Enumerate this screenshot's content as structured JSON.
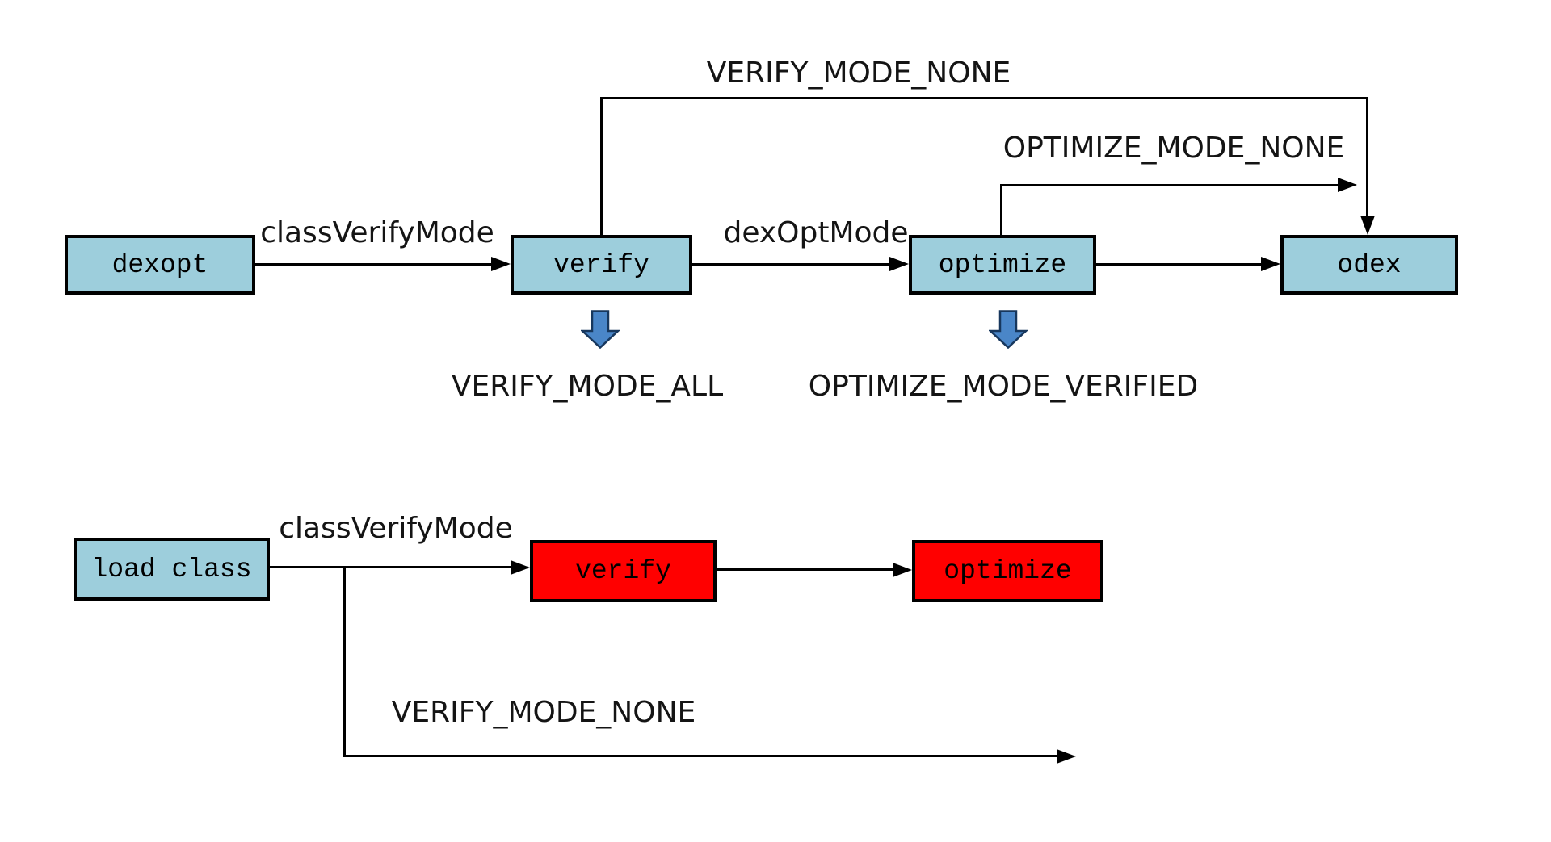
{
  "diagram": {
    "background": "#FFFFFF",
    "top_flow": {
      "nodes": [
        {
          "id": "dexopt",
          "label": "dexopt",
          "fill": "#9DCEDC"
        },
        {
          "id": "verify",
          "label": "verify",
          "fill": "#9DCEDC"
        },
        {
          "id": "optimize",
          "label": "optimize",
          "fill": "#9DCEDC"
        },
        {
          "id": "odex",
          "label": "odex",
          "fill": "#9DCEDC"
        }
      ],
      "edge_labels": [
        {
          "id": "class-verify-mode",
          "text": "classVerifyMode"
        },
        {
          "id": "dex-opt-mode",
          "text": "dexOptMode"
        }
      ],
      "bypass_labels": [
        {
          "id": "verify-mode-none",
          "text": "VERIFY_MODE_NONE"
        },
        {
          "id": "optimize-mode-none",
          "text": "OPTIMIZE_MODE_NONE"
        }
      ],
      "result_labels": [
        {
          "id": "verify-mode-all",
          "text": "VERIFY_MODE_ALL"
        },
        {
          "id": "optimize-mode-verified",
          "text": "OPTIMIZE_MODE_VERIFIED"
        }
      ]
    },
    "bottom_flow": {
      "nodes": [
        {
          "id": "load-class",
          "label": "load class",
          "fill": "#9DCEDC"
        },
        {
          "id": "verify",
          "label": "verify",
          "fill": "#FF0000"
        },
        {
          "id": "optimize",
          "label": "optimize",
          "fill": "#FF0000"
        }
      ],
      "edge_labels": [
        {
          "id": "class-verify-mode",
          "text": "classVerifyMode"
        },
        {
          "id": "verify-mode-none",
          "text": "VERIFY_MODE_NONE"
        }
      ]
    },
    "colors": {
      "node_blue": "#9DCEDC",
      "node_red": "#FF0000",
      "fat_arrow_fill": "#4A86C8",
      "fat_arrow_stroke": "#17375D",
      "line": "#000000"
    }
  }
}
